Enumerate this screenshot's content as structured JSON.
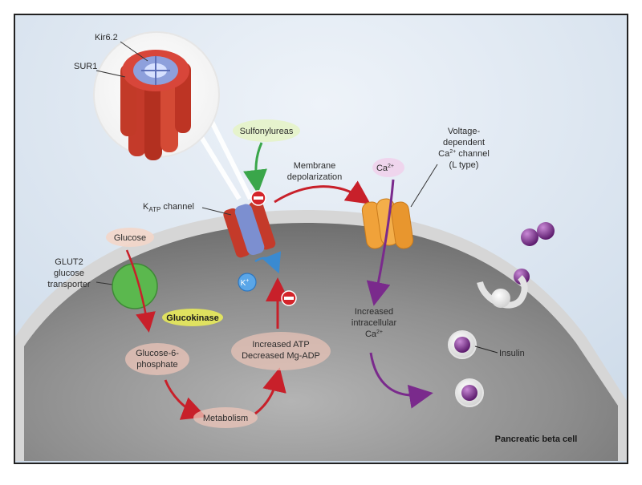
{
  "labels": {
    "kir": "Kir6.2",
    "sur": "SUR1",
    "sulfonylureas": "Sulfonylureas",
    "membrane_1": "Membrane",
    "membrane_2": "depolarization",
    "katp_k": "K",
    "katp_sub": "ATP",
    "katp_rest": " channel",
    "glucose": "Glucose",
    "glut2_1": "GLUT2",
    "glut2_2": "glucose",
    "glut2_3": "transporter",
    "glucokinase": "Glucokinase",
    "g6p_1": "Glucose-6-",
    "g6p_2": "phosphate",
    "metabolism": "Metabolism",
    "atp_1": "Increased ATP",
    "atp_2": "Decreased Mg-ADP",
    "k_ion": "K",
    "k_sup": "+",
    "ca_ion": "Ca",
    "ca_sup": "2+",
    "vd_1": "Voltage-",
    "vd_2": "dependent",
    "vd_3_a": "Ca",
    "vd_3_sup": "2+",
    "vd_3_b": " channel",
    "vd_4": "(L type)",
    "incr_1": "Increased",
    "incr_2": "intracellular",
    "incr_3_a": "Ca",
    "incr_3_sup": "2+",
    "insulin": "Insulin",
    "cell": "Pancreatic beta cell"
  },
  "colors": {
    "background": "#dbe6f1",
    "cell_fill": "#8c8c8c",
    "membrane": "#dcdcdc",
    "red_arrow": "#c8202a",
    "green_arrow": "#3aa64a",
    "purple": "#7a2a8c",
    "katp_red": "#c43a2a",
    "katp_blue": "#7c8fd0",
    "ca_channel": "#f0a23a",
    "glut2": "#5bb84e"
  }
}
